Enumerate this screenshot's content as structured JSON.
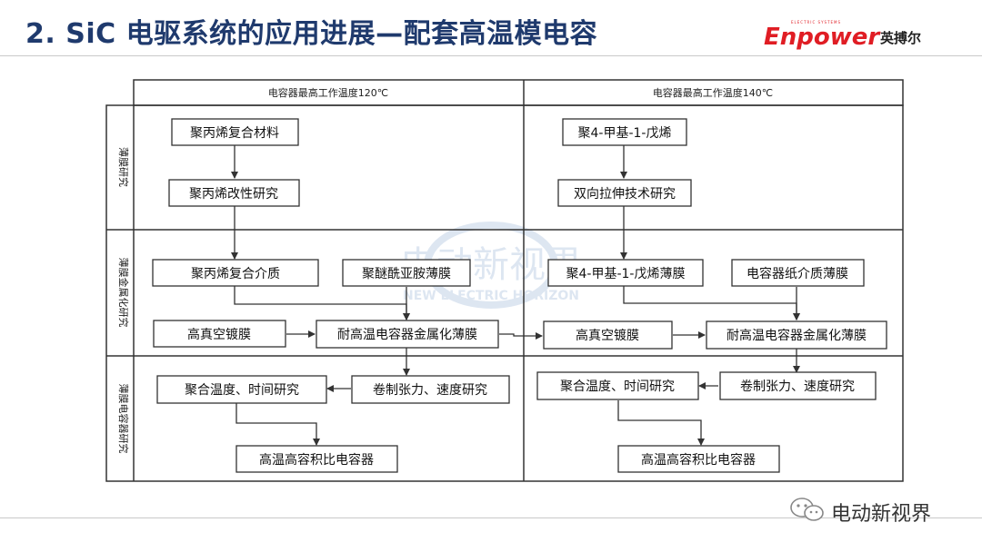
{
  "header": {
    "title": "2. SiC 电驱系统的应用进展—配套高温模电容"
  },
  "logo": {
    "brand": "Enpower",
    "tagline": "ELECTRIC SYSTEMS",
    "chinese": "英搏尔"
  },
  "watermark": {
    "chinese": "电动新视界",
    "english": "NEW ELECTRIC HORIZON"
  },
  "diagram": {
    "columns": [
      {
        "label": "电容器最高工作温度120℃"
      },
      {
        "label": "电容器最高工作温度140℃"
      }
    ],
    "rows": [
      {
        "label": "薄膜研究"
      },
      {
        "label": "薄膜金属化研究"
      },
      {
        "label": "薄膜电容器研究"
      }
    ],
    "boxes": {
      "pp_composite": "聚丙烯复合材料",
      "pp_modification": "聚丙烯改性研究",
      "pp_composite_dielectric": "聚丙烯复合介质",
      "pei_film": "聚醚酰亚胺薄膜",
      "vacuum_coating_left": "高真空镀膜",
      "metallized_film_left": "耐高温电容器金属化薄膜",
      "polymerization_study_left": "聚合温度、时间研究",
      "winding_study_left": "卷制张力、速度研究",
      "capacitor_left": "高温高容积比电容器",
      "pmp": "聚4-甲基-1-戊烯",
      "biaxial_stretching": "双向拉伸技术研究",
      "pmp_film": "聚4-甲基-1-戊烯薄膜",
      "paper_dielectric_film": "电容器纸介质薄膜",
      "vacuum_coating_right": "高真空镀膜",
      "metallized_film_right": "耐高温电容器金属化薄膜",
      "polymerization_study_right": "聚合温度、时间研究",
      "winding_study_right": "卷制张力、速度研究",
      "capacitor_right": "高温高容积比电容器"
    }
  },
  "footer": {
    "source": "电动新视界"
  }
}
